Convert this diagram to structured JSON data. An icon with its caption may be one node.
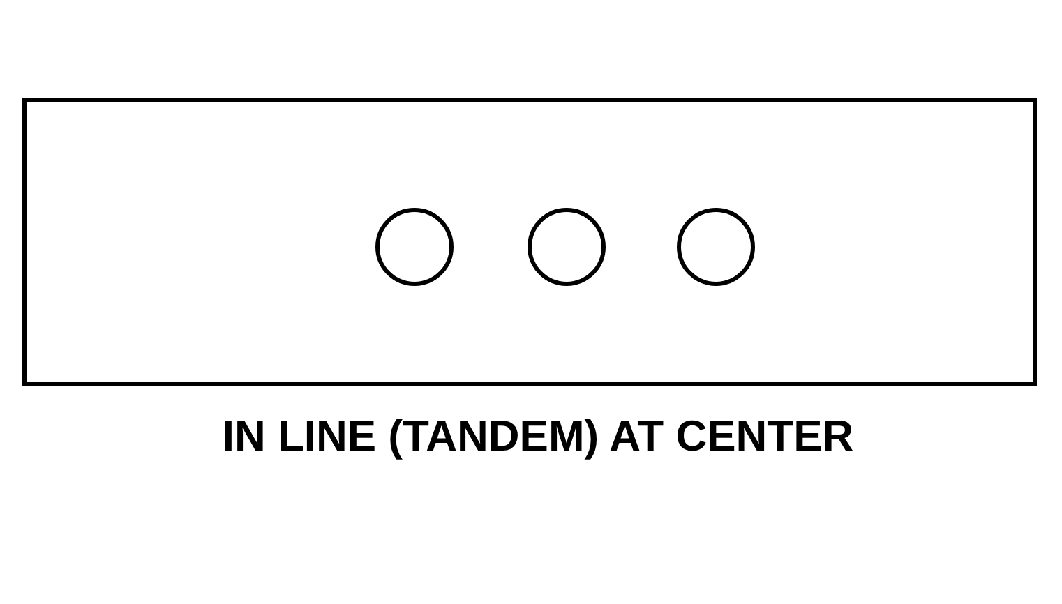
{
  "diagram": {
    "caption": "IN LINE (TANDEM) AT CENTER",
    "nodes": [
      {
        "text": [],
        "shape": "box"
      },
      {
        "text": [],
        "shape": "circle",
        "in": 0
      },
      {
        "text": [],
        "shape": "circle",
        "in": 0
      },
      {
        "text": [],
        "shape": "circle",
        "in": 0
      }
    ]
  }
}
